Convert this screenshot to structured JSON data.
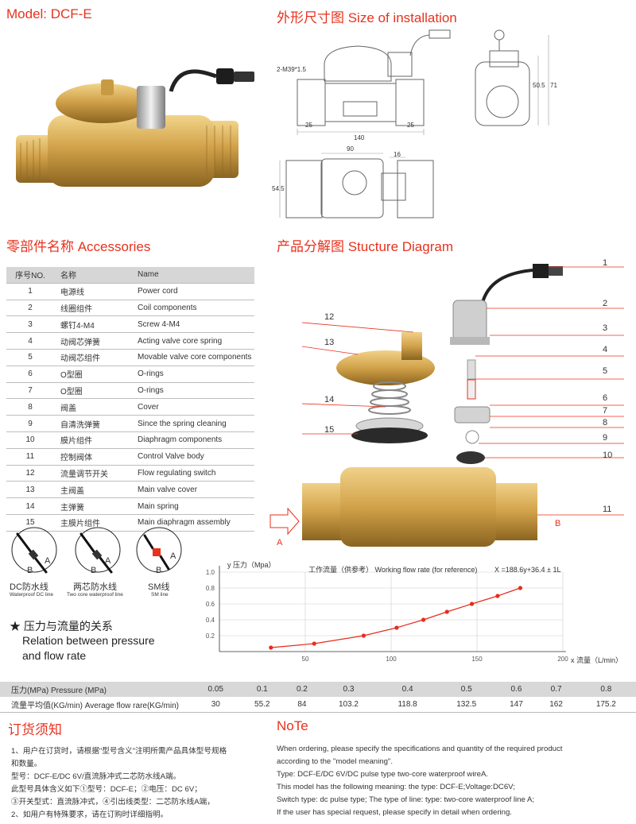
{
  "model_title": "Model: DCF-E",
  "size_title": "外形尺寸图 Size of installation",
  "dims": {
    "thread": "2-M39*1.5",
    "d25a": "25",
    "d140": "140",
    "d25b": "25",
    "d50_5": "50.5",
    "d71": "71",
    "d90": "90",
    "d16": "16",
    "d54_5": "54.5"
  },
  "accessories_title": "零部件名称 Accessories",
  "diagram_title": "产品分解图 Stucture Diagram",
  "accessories": {
    "headers": [
      "序号NO.",
      "名称",
      "Name"
    ],
    "rows": [
      [
        "1",
        "电源线",
        "Power cord"
      ],
      [
        "2",
        "线圈组件",
        "Coil components"
      ],
      [
        "3",
        "螺钉4-M4",
        "Screw 4-M4"
      ],
      [
        "4",
        "动阀芯弹簧",
        "Acting valve core spring"
      ],
      [
        "5",
        "动阀芯组件",
        "Movable valve core components"
      ],
      [
        "6",
        "O型圈",
        "O-rings"
      ],
      [
        "7",
        "O型圈",
        "O-rings"
      ],
      [
        "8",
        "阀盖",
        "Cover"
      ],
      [
        "9",
        "自清洗弹簧",
        "Since the spring cleaning"
      ],
      [
        "10",
        "膜片组件",
        "Diaphragm components"
      ],
      [
        "11",
        "控制阀体",
        "Control Valve body"
      ],
      [
        "12",
        "流量调节开关",
        "Flow regulating switch"
      ],
      [
        "13",
        "主阀盖",
        "Main valve cover"
      ],
      [
        "14",
        "主弹簧",
        "Main spring"
      ],
      [
        "15",
        "主膜片组件",
        "Main diaphragm assembly"
      ]
    ]
  },
  "diagram_labels": [
    "1",
    "2",
    "3",
    "4",
    "5",
    "6",
    "7",
    "8",
    "9",
    "10",
    "11",
    "12",
    "13",
    "14",
    "15"
  ],
  "diagram_arrows": {
    "a": "A",
    "b": "B"
  },
  "lines": [
    {
      "cn": "DC防水线",
      "en": "Waterproof  DC line",
      "a": "A",
      "b": "B"
    },
    {
      "cn": "两芯防水线",
      "en": "Two core waterproof line",
      "a": "A",
      "b": "B"
    },
    {
      "cn": "SM线",
      "en": "SM line",
      "a": "A",
      "b": "B"
    }
  ],
  "relation": {
    "cn": "★ 压力与流量的关系",
    "en1": "Relation between pressure",
    "en2": "and flow rate"
  },
  "chart_data": {
    "type": "line",
    "title": "工作流量（供参考） Working flow rate (for reference)",
    "formula": "X =188.6y+36.4 ± 1L",
    "xlabel": "x 流量（L/min）",
    "ylabel": "y 压力（Mpa）",
    "xlim": [
      0,
      200
    ],
    "ylim": [
      0,
      1.0
    ],
    "x_ticks": [
      "50",
      "100",
      "150",
      "200"
    ],
    "y_ticks": [
      "0.2",
      "0.4",
      "0.6",
      "0.8",
      "1.0"
    ],
    "grid": true,
    "color": "#e52d1e",
    "series": [
      {
        "x": [
          30,
          55.2,
          84,
          103.2,
          118.8,
          132.5,
          147,
          162,
          175.2
        ],
        "y": [
          0.05,
          0.1,
          0.2,
          0.3,
          0.4,
          0.5,
          0.6,
          0.7,
          0.8
        ]
      }
    ]
  },
  "flow_table": {
    "row1_label": "压力(MPa) Pressure (MPa)",
    "row1": [
      "0.05",
      "0.1",
      "0.2",
      "0.3",
      "0.4",
      "0.5",
      "0.6",
      "0.7",
      "0.8"
    ],
    "row2_label": "流量平均值(KG/min) Average flow rare(KG/min)",
    "row2": [
      "30",
      "55.2",
      "84",
      "103.2",
      "118.8",
      "132.5",
      "147",
      "162",
      "175.2"
    ]
  },
  "order_title": "订货须知",
  "order_lines": [
    "1、用户在订货时，请根据\"型号含义\"注明所需产品具体型号规格",
    "和数量。",
    "型号：DCF-E/DC 6V/直流脉冲式二芯防水线A端。",
    "此型号具体含义如下①型号：DCF-E；②电压：DC 6V；",
    "③开关型式：直流脉冲式，④引出线类型：二芯防水线A端，",
    "2、如用户有特殊要求，请在订购时详细指明。"
  ],
  "note_title": "NoTe",
  "note_lines": [
    "When ordering, please specify the specifications and quantity  of the required product",
    "according to the \"model meaning\".",
    "Type: DCF-E/DC 6V/DC pulse type two-core waterproof wireA.",
    "This model has the following meaning: the type: DCF-E;Voltage:DC6V;",
    "Switch type: dc pulse type; The type of line: type: two-core waterproof line A;",
    "If the user has special request, please specify in detail when ordering."
  ],
  "colors": {
    "accent": "#e8321e",
    "brass": "#d2a24a",
    "table_head": "#d6d6d6"
  }
}
